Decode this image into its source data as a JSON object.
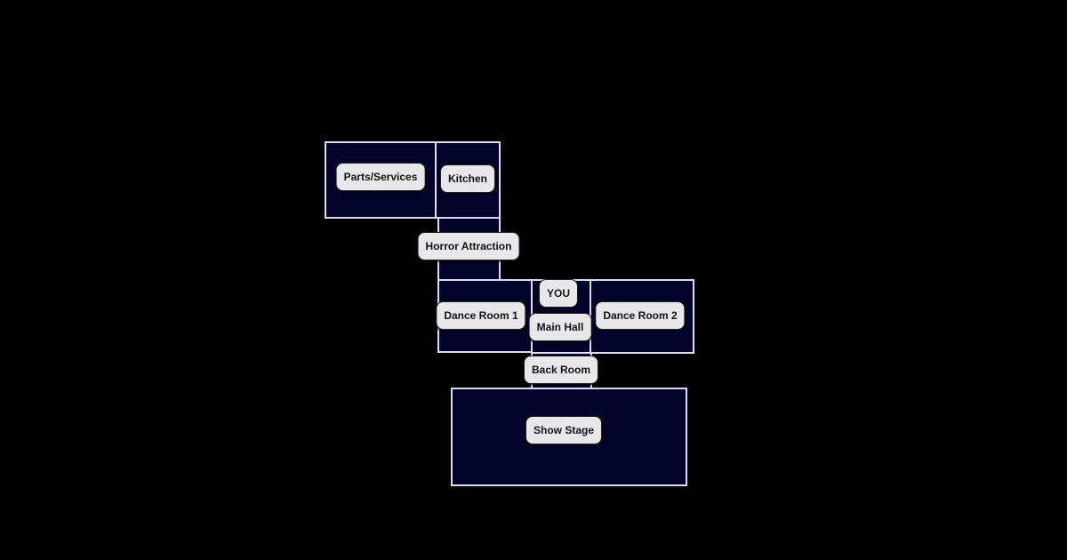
{
  "map": {
    "rooms": [
      {
        "id": "parts-services",
        "label": "Parts/Services"
      },
      {
        "id": "kitchen",
        "label": "Kitchen"
      },
      {
        "id": "horror-attraction",
        "label": "Horror Attraction"
      },
      {
        "id": "dance-room-1",
        "label": "Dance Room 1"
      },
      {
        "id": "main-hall",
        "label": "Main Hall"
      },
      {
        "id": "dance-room-2",
        "label": "Dance Room 2"
      },
      {
        "id": "back-room",
        "label": "Back Room"
      },
      {
        "id": "show-stage",
        "label": "Show Stage"
      }
    ],
    "player_marker": "YOU",
    "player_location": "Main Hall"
  },
  "colors": {
    "background": "#000000",
    "room_fill": "#04042a",
    "room_border": "#dcdcf0",
    "label_bg": "#e8e8ea"
  }
}
